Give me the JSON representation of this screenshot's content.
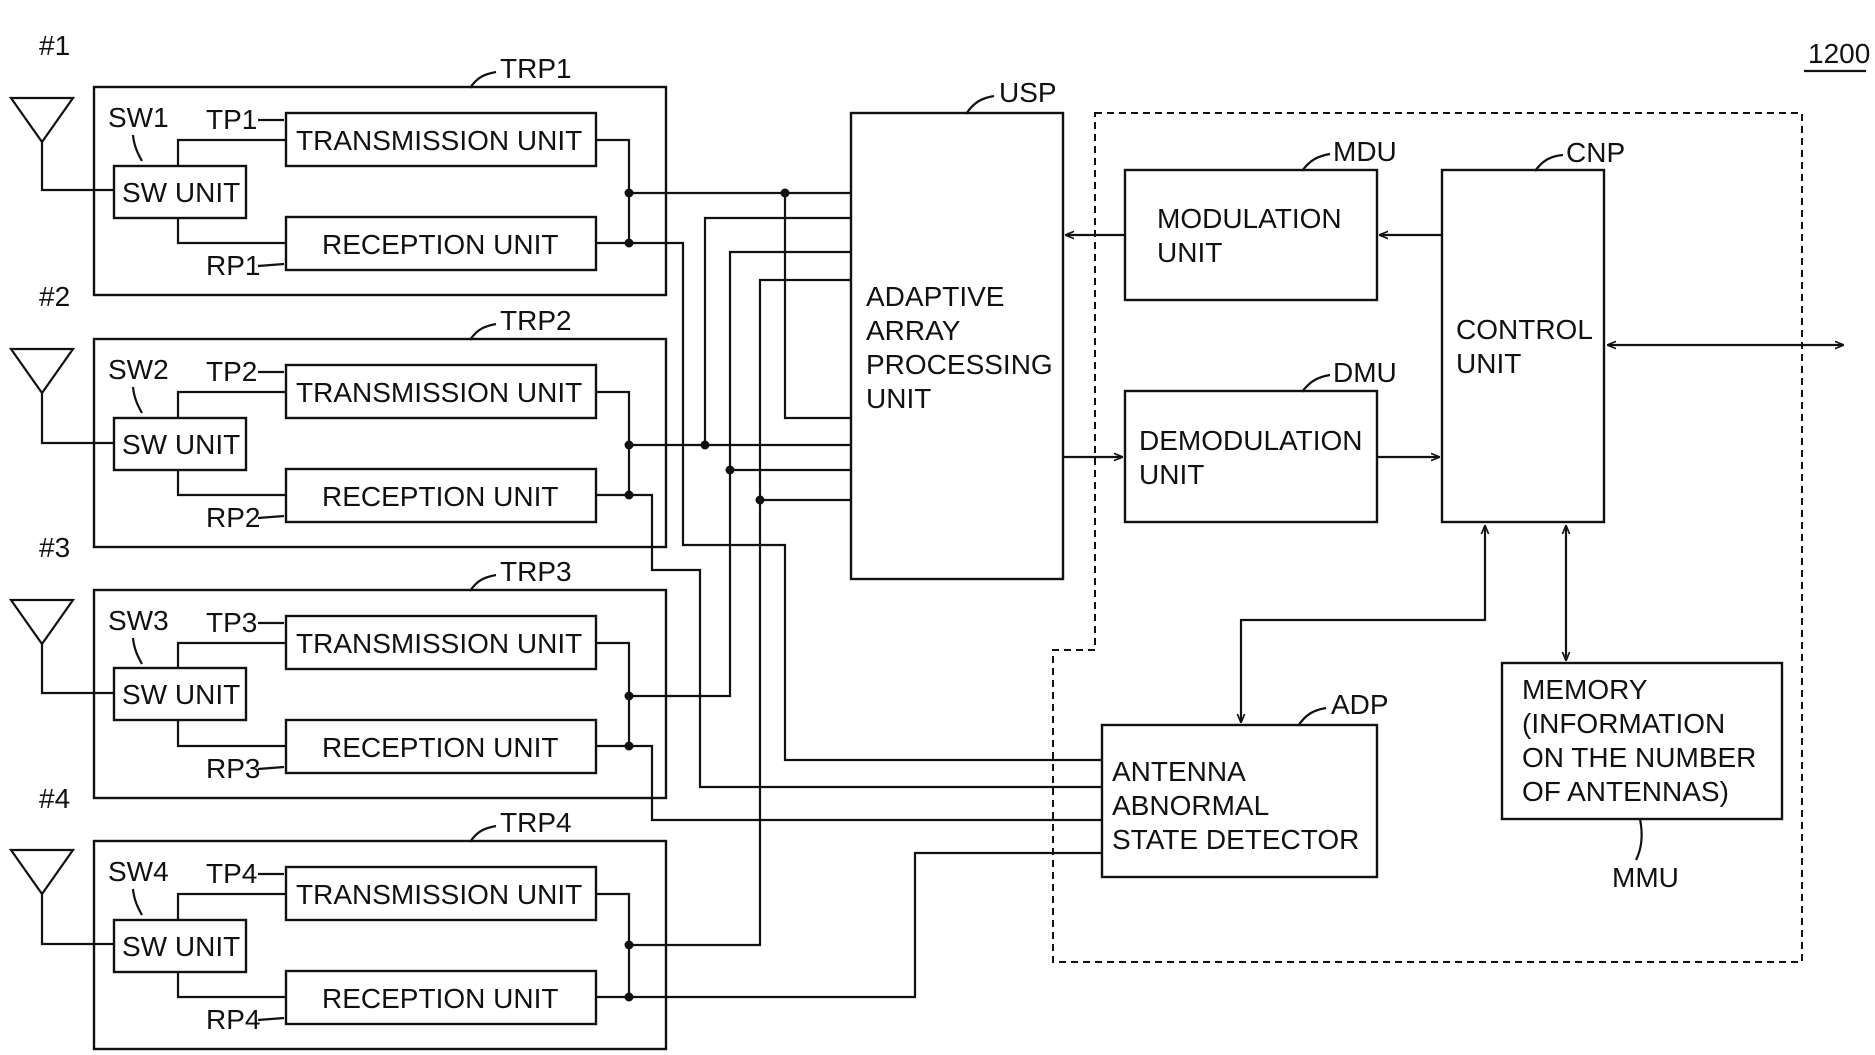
{
  "figure_number": "1200",
  "antennas": [
    {
      "label": "#1"
    },
    {
      "label": "#2"
    },
    {
      "label": "#3"
    },
    {
      "label": "#4"
    }
  ],
  "trp_blocks": [
    {
      "label": "TRP1",
      "switch_label": "SW1",
      "switch_unit": "SW UNIT",
      "tp_label": "TP1",
      "transmission_unit": "TRANSMISSION UNIT",
      "rp_label": "RP1",
      "reception_unit": "RECEPTION UNIT"
    },
    {
      "label": "TRP2",
      "switch_label": "SW2",
      "switch_unit": "SW UNIT",
      "tp_label": "TP2",
      "transmission_unit": "TRANSMISSION UNIT",
      "rp_label": "RP2",
      "reception_unit": "RECEPTION UNIT"
    },
    {
      "label": "TRP3",
      "switch_label": "SW3",
      "switch_unit": "SW UNIT",
      "tp_label": "TP3",
      "transmission_unit": "TRANSMISSION UNIT",
      "rp_label": "RP3",
      "reception_unit": "RECEPTION UNIT"
    },
    {
      "label": "TRP4",
      "switch_label": "SW4",
      "switch_unit": "SW UNIT",
      "tp_label": "TP4",
      "transmission_unit": "TRANSMISSION UNIT",
      "rp_label": "RP4",
      "reception_unit": "RECEPTION UNIT"
    }
  ],
  "usp": {
    "label": "USP",
    "lines": [
      "ADAPTIVE",
      "ARRAY",
      "PROCESSING",
      "UNIT"
    ]
  },
  "mdu": {
    "label": "MDU",
    "lines": [
      "MODULATION",
      "UNIT"
    ]
  },
  "dmu": {
    "label": "DMU",
    "lines": [
      "DEMODULATION",
      "UNIT"
    ]
  },
  "cnp": {
    "label": "CNP",
    "lines": [
      "CONTROL",
      "UNIT"
    ]
  },
  "adp": {
    "label": "ADP",
    "lines": [
      "ANTENNA",
      "ABNORMAL",
      "STATE DETECTOR"
    ]
  },
  "mmu": {
    "label": "MMU",
    "lines": [
      "MEMORY",
      "(INFORMATION",
      "ON THE NUMBER",
      "OF ANTENNAS)"
    ]
  }
}
